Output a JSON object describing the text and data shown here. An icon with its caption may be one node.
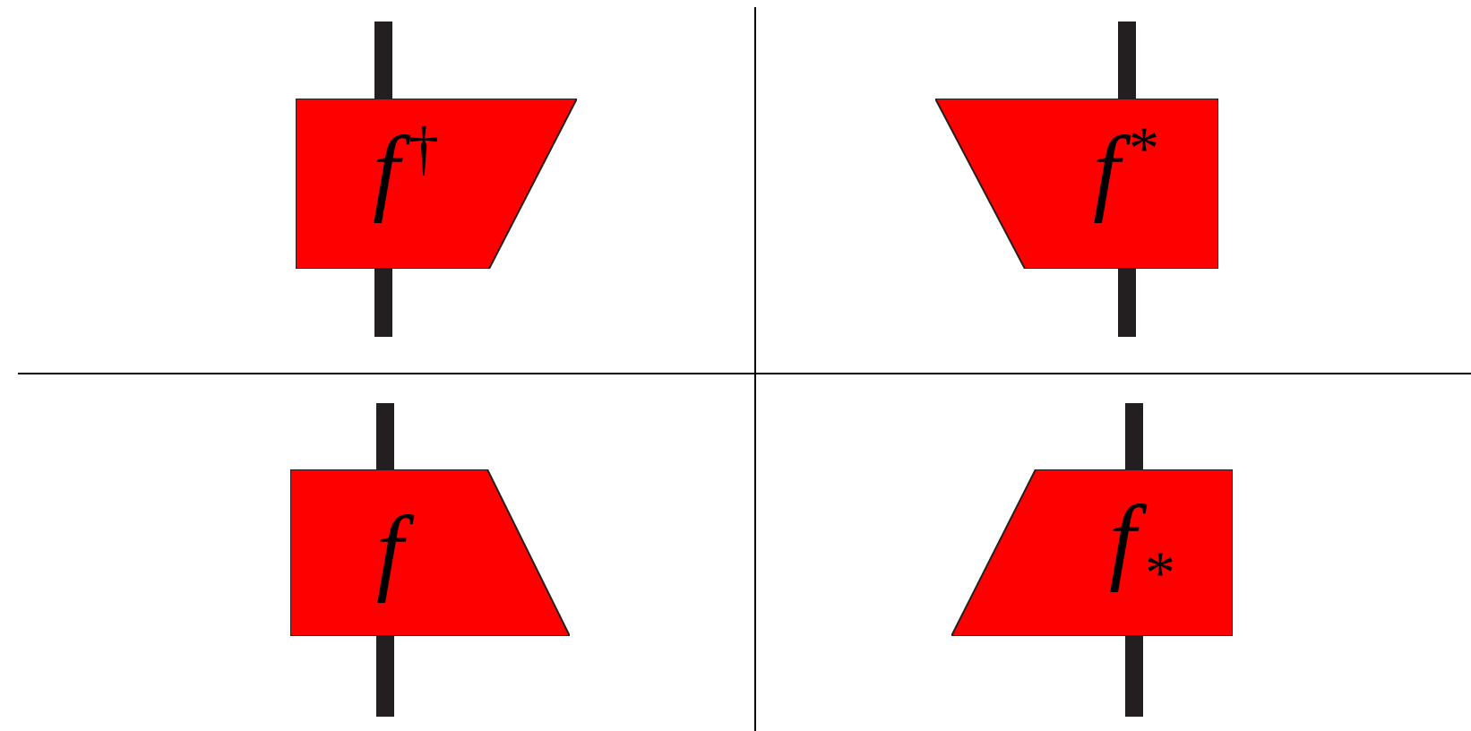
{
  "diagram": {
    "nodes": [
      {
        "text": [
          "f$^{†}$"
        ]
      },
      {
        "text": [
          "f$^{*}$"
        ]
      },
      {
        "text": [
          "f"
        ]
      },
      {
        "text": [
          "f$_{*}$"
        ]
      }
    ],
    "edges": [
      {
        "from": null,
        "to": 0,
        "arrow": "none"
      },
      {
        "from": 0,
        "to": null,
        "arrow": "none"
      },
      {
        "from": null,
        "to": 1,
        "arrow": "none"
      },
      {
        "from": 1,
        "to": null,
        "arrow": "none"
      },
      {
        "from": null,
        "to": 2,
        "arrow": "none"
      },
      {
        "from": 2,
        "to": null,
        "arrow": "none"
      },
      {
        "from": null,
        "to": 3,
        "arrow": "none"
      },
      {
        "from": 3,
        "to": null,
        "arrow": "none"
      }
    ]
  }
}
